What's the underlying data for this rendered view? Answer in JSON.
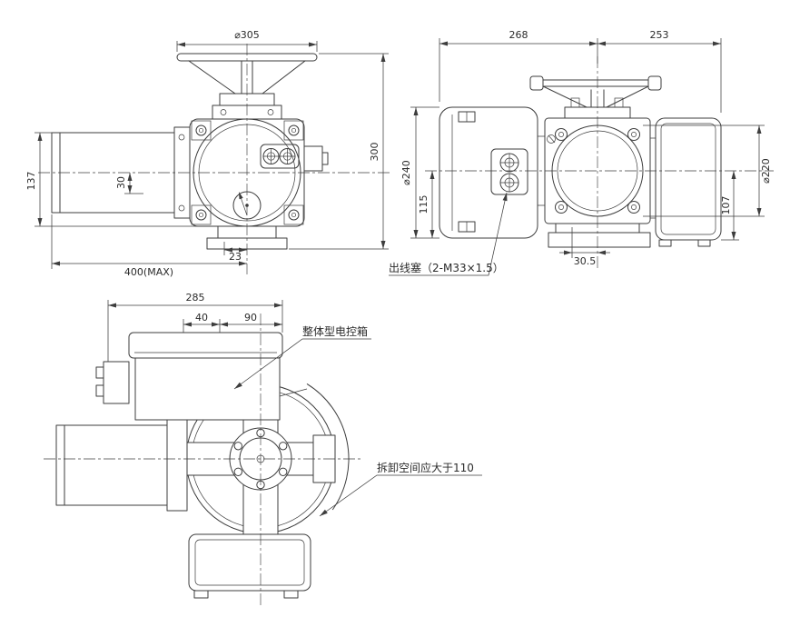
{
  "colors": {
    "line": "#3d3d3d",
    "background": "#ffffff"
  },
  "front_view": {
    "dim_handwheel_dia": "⌀305",
    "dim_total_height": "300",
    "dim_axis_height": "137",
    "dim_offset_30": "30",
    "dim_offset_23": "23",
    "dim_total_length": "400(MAX)"
  },
  "side_view": {
    "dim_span_left": "268",
    "dim_span_right": "253",
    "dim_body_dia": "⌀240",
    "dim_lower_height": "115",
    "dim_center_offset": "30.5",
    "dim_box_height": "107",
    "dim_flange_dia": "⌀220",
    "cable_gland_note": "出线塞（2-M33×1.5）"
  },
  "bottom_view": {
    "dim_width": "285",
    "dim_offset_a": "40",
    "dim_offset_b": "90",
    "control_box_note": "整体型电控箱",
    "clearance_note": "拆卸空间应大于110"
  }
}
